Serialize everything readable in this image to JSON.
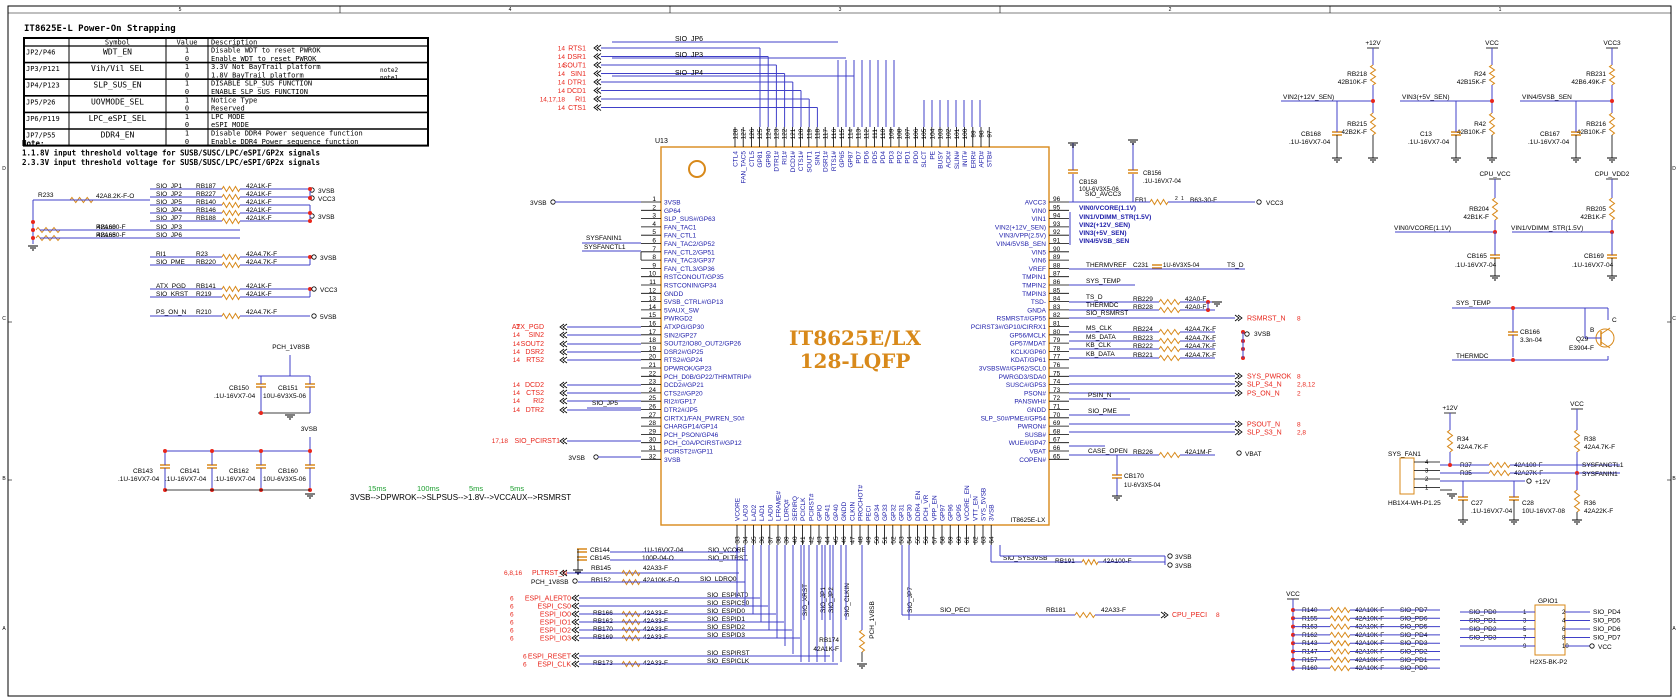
{
  "colors": {
    "wire": "#4040c8",
    "part": "#d8891a",
    "net_red": "#e8261c",
    "text_blue": "#1a1aa8",
    "timing_green": "#1b9e2e",
    "junction": "#e8261c"
  },
  "border": {
    "cols": [
      "5",
      "4",
      "3",
      "2",
      "1"
    ],
    "rows": [
      "D",
      "C",
      "B",
      "A"
    ]
  },
  "strap": {
    "title": "IT8625E-L Power-On Strapping",
    "headers": [
      "",
      "Symbol",
      "Value",
      "Description"
    ],
    "rows": [
      [
        "JP2/P46",
        "WDT_EN",
        "1",
        "Disable WDT to reset PWROK",
        ""
      ],
      [
        "",
        "",
        "0",
        "Enable WDT to reset PWROK",
        ""
      ],
      [
        "JP3/P121",
        "Vih/Vil SEL",
        "1",
        "3.3V Not BayTrail platform",
        "note2"
      ],
      [
        "",
        "",
        "0",
        "1.8V BayTrail platform",
        "note1"
      ],
      [
        "JP4/P123",
        "SLP_SUS_EN",
        "1",
        "DISABLE SLP_SUS FUNCTION",
        ""
      ],
      [
        "",
        "",
        "0",
        "ENABLE SLP_SUS FUNCTION",
        ""
      ],
      [
        "JP5/P26",
        "UOVMODE_SEL",
        "1",
        "Notice Type",
        ""
      ],
      [
        "",
        "",
        "0",
        "Reserved",
        ""
      ],
      [
        "JP6/P119",
        "LPC_eSPI_SEL",
        "1",
        "LPC MODE",
        ""
      ],
      [
        "",
        "",
        "0",
        "eSPI MODE",
        ""
      ],
      [
        "JP7/P55",
        "DDR4_EN",
        "1",
        "Disable DDR4 Power sequence function",
        ""
      ],
      [
        "",
        "",
        "0",
        "Enable DDR4 Power sequence function",
        ""
      ]
    ],
    "notes": [
      "Note:",
      "1.1.8V input threshold voltage for SUSB/SUSC/LPC/eSPI/GP2x signals",
      "2.3.3V input threshold voltage for SUSB/SUSC/LPC/eSPI/GP2x signals"
    ]
  },
  "chip": {
    "ref": "U13",
    "name_line1": "IT8625E/LX",
    "name_line2": "128-LQFP",
    "bottom_label": "IT8625E-LX"
  },
  "left_pins": [
    [
      "1",
      "3VSB"
    ],
    [
      "2",
      "GP64"
    ],
    [
      "3",
      "SLP_SUS#/GP63"
    ],
    [
      "4",
      "FAN_TAC1"
    ],
    [
      "5",
      "FAN_CTL1"
    ],
    [
      "6",
      "FAN_TAC2/GP52"
    ],
    [
      "7",
      "FAN_CTL2/GP51"
    ],
    [
      "8",
      "FAN_TAC3/GP37"
    ],
    [
      "9",
      "FAN_CTL3/GP36"
    ],
    [
      "10",
      "RSTCONOUT/GP35"
    ],
    [
      "11",
      "RSTCONIN/GP34"
    ],
    [
      "12",
      "GNDD"
    ],
    [
      "13",
      "5VSB_CTRL#/GP13"
    ],
    [
      "14",
      "5VAUX_SW"
    ],
    [
      "15",
      "PWRGD2"
    ],
    [
      "16",
      "ATXPG/GP30"
    ],
    [
      "17",
      "SIN2/GP27"
    ],
    [
      "18",
      "SOUT2/IO80_OUT2/GP26"
    ],
    [
      "19",
      "DSR2#/GP25"
    ],
    [
      "20",
      "RTS2#/GP24"
    ],
    [
      "21",
      "DPWROK/GP23"
    ],
    [
      "22",
      "PCH_D0B/GP22/THRMTRIP#"
    ],
    [
      "23",
      "DCD2#/GP21"
    ],
    [
      "24",
      "CTS2#/GP20"
    ],
    [
      "25",
      "RI2#/GP17"
    ],
    [
      "26",
      "DTR2#/JP5"
    ],
    [
      "27",
      "CIRTX1/FAN_PWREN_S0#"
    ],
    [
      "28",
      "CHARGP14/GP14"
    ],
    [
      "29",
      "PCH_PSON/GP46"
    ],
    [
      "30",
      "PCH_C0A/PCIRST#/GP12"
    ],
    [
      "31",
      "PCIRST2#/GP11"
    ],
    [
      "32",
      "3VSB"
    ]
  ],
  "right_pins": [
    [
      "96",
      "AVCC3"
    ],
    [
      "95",
      "VIN0"
    ],
    [
      "94",
      "VIN1"
    ],
    [
      "93",
      "VIN2(+12V_SEN)"
    ],
    [
      "92",
      "VIN3/VPP(2.5V)"
    ],
    [
      "91",
      "VIN4/5VSB_SEN"
    ],
    [
      "90",
      "VIN5"
    ],
    [
      "89",
      "VIN6"
    ],
    [
      "88",
      "VREF"
    ],
    [
      "87",
      "TMPIN1"
    ],
    [
      "86",
      "TMPIN2"
    ],
    [
      "85",
      "TMPIN3"
    ],
    [
      "84",
      "TSD-"
    ],
    [
      "83",
      "GNDA"
    ],
    [
      "82",
      "RSMRST#/GP55"
    ],
    [
      "81",
      "PCIRST3#/GP10/CIRRX1"
    ],
    [
      "80",
      "GP56/MCLK"
    ],
    [
      "79",
      "GP57/MDAT"
    ],
    [
      "78",
      "KCLK/GP60"
    ],
    [
      "77",
      "KDAT/GP61"
    ],
    [
      "76",
      "3VSBSW#/GP62/SCL0"
    ],
    [
      "75",
      "PWRGD3/SDA0"
    ],
    [
      "74",
      "SUSC#/GP53"
    ],
    [
      "73",
      "PSON#"
    ],
    [
      "72",
      "PANSWH#"
    ],
    [
      "71",
      "GNDD"
    ],
    [
      "70",
      "SLP_S0#/PME#/GP54"
    ],
    [
      "69",
      "PWRON#"
    ],
    [
      "68",
      "SUSB#"
    ],
    [
      "67",
      "WUE#/GP47"
    ],
    [
      "66",
      "VBAT"
    ],
    [
      "65",
      "COPEN#"
    ]
  ],
  "top_pins": [
    [
      "128",
      "CTL4"
    ],
    [
      "127",
      "FAN_TAC5"
    ],
    [
      "126",
      "CTL5"
    ],
    [
      "125",
      "GP81"
    ],
    [
      "124",
      "GP80"
    ],
    [
      "123",
      "DTR1#"
    ],
    [
      "122",
      "RI1#"
    ],
    [
      "121",
      "DCD1#"
    ],
    [
      "120",
      "CTS1#"
    ],
    [
      "119",
      "SOUT1"
    ],
    [
      "118",
      "SIN1"
    ],
    [
      "117",
      "DSR1#"
    ],
    [
      "116",
      "RTS1#"
    ],
    [
      "115",
      "GP65"
    ],
    [
      "114",
      "GP87"
    ],
    [
      "113",
      "PD7"
    ],
    [
      "112",
      "PD6"
    ],
    [
      "111",
      "PD5"
    ],
    [
      "110",
      "PD4"
    ],
    [
      "109",
      "PD3"
    ],
    [
      "108",
      "PD2"
    ],
    [
      "107",
      "PD1"
    ],
    [
      "106",
      "PD0"
    ],
    [
      "105",
      "SLCT"
    ],
    [
      "104",
      "PE"
    ],
    [
      "103",
      "BUSY"
    ],
    [
      "102",
      "ACK#"
    ],
    [
      "101",
      "SLIN#"
    ],
    [
      "100",
      "INIT#"
    ],
    [
      "99",
      "ERR#"
    ],
    [
      "98",
      "AFD#"
    ],
    [
      "97",
      "STB#"
    ]
  ],
  "bottom_pins": [
    [
      "33",
      "VCORE"
    ],
    [
      "34",
      "LAD3"
    ],
    [
      "35",
      "LAD2"
    ],
    [
      "36",
      "LAD1"
    ],
    [
      "37",
      "LAD0"
    ],
    [
      "38",
      "LFRAME#"
    ],
    [
      "39",
      "LDRQ#"
    ],
    [
      "40",
      "SERIRQ"
    ],
    [
      "41",
      "PCICLK"
    ],
    [
      "42",
      "PCIRST#"
    ],
    [
      "43",
      "GPIO"
    ],
    [
      "44",
      "GP41"
    ],
    [
      "45",
      "GP40"
    ],
    [
      "46",
      "GNDD"
    ],
    [
      "47",
      "CLKIN"
    ],
    [
      "48",
      "PROCHOT#"
    ],
    [
      "49",
      "PECI"
    ],
    [
      "50",
      "GP34"
    ],
    [
      "51",
      "GP33"
    ],
    [
      "52",
      "GP32"
    ],
    [
      "53",
      "GP31"
    ],
    [
      "54",
      "GP30"
    ],
    [
      "55",
      "DDR4_EN"
    ],
    [
      "56",
      "PCH_VR"
    ],
    [
      "57",
      "VPP_EN"
    ],
    [
      "58",
      "GP97"
    ],
    [
      "59",
      "GP96"
    ],
    [
      "60",
      "GP95"
    ],
    [
      "61",
      "VCORE_EN"
    ],
    [
      "62",
      "VTT_EN"
    ],
    [
      "63",
      "SYS_5VSB"
    ],
    [
      "64",
      "3VSB"
    ]
  ],
  "nets": {
    "top_left": [
      "RTS1",
      "DSR1",
      "SOUT1",
      "SIN1",
      "DTR1",
      "DCD1",
      "RI1",
      "CTS1"
    ],
    "top_left_refs": [
      "14",
      "14",
      "14",
      "14",
      "14",
      "14",
      "14,17,18",
      "14"
    ],
    "top_sio": [
      "SIO_JP6",
      "SIO_JP3",
      "SIO_JP4"
    ],
    "left_red": [
      [
        "2",
        "ATX_PGD"
      ],
      [
        "14",
        "SIN2"
      ],
      [
        "14",
        "SOUT2"
      ],
      [
        "14",
        "DSR2"
      ],
      [
        "14",
        "RTS2"
      ],
      [
        "14",
        "DCD2"
      ],
      [
        "14",
        "CTS2"
      ],
      [
        "14",
        "RI2"
      ],
      [
        "14",
        "DTR2"
      ]
    ],
    "sio_jp5": "SIO_JP5",
    "sio_pcirst1": [
      "17,18",
      "SIO_PCIRST1"
    ],
    "sysfanin1": "SYSFANIN1",
    "sysfanctl1": "SYSFANCTL1",
    "vsb3": "3VSB",
    "right_red": [
      [
        "RSMRST_N",
        "8"
      ],
      [
        "SYS_PWROK",
        "8"
      ],
      [
        "SLP_S4_N",
        "2,8,12"
      ],
      [
        "PS_ON_N",
        "2"
      ],
      [
        "PSOUT_N",
        "8"
      ],
      [
        "SLP_S3_N",
        "2,8"
      ]
    ],
    "right_misc": [
      "SIO_AVCC3",
      "FB1",
      "B63-30-F",
      "VCC3",
      "THERMVREF",
      "C231",
      "1U-6V3X5-04",
      "TS_D",
      "SYS_TEMP",
      "TS_D",
      "THERMDC",
      "SIO_RSMRST",
      "MS_CLK",
      "MS_DATA",
      "KB_CLK",
      "KB_DATA",
      "PSIN_N",
      "SIO_PME",
      "CASE_OPEN",
      "VBAT",
      "CB170",
      "1U-6V3X5-04"
    ],
    "right_res": [
      [
        "RB229",
        "42A0-F"
      ],
      [
        "RB228",
        "42A0-F"
      ],
      [
        "RB224",
        "42A4.7K-F"
      ],
      [
        "RB223",
        "42A4.7K-F"
      ],
      [
        "RB222",
        "42A4.7K-F"
      ],
      [
        "RB221",
        "42A4.7K-F"
      ],
      [
        "RB226",
        "42A1M-F"
      ]
    ],
    "vin_labels": [
      "VIN0/VCORE(1.1V)",
      "VIN1/VDIMM_STR(1.5V)",
      "VIN2(+12V_SEN)",
      "VIN3(+5V_SEN)",
      "VIN4/5VSB_SEN"
    ],
    "cb158": [
      "CB158",
      "10U-6V3X5-06"
    ],
    "cb156": [
      "CB156",
      ".1U-16VX7-04"
    ]
  },
  "left_side": {
    "jp_res": [
      [
        "SIO_JP1",
        "RB187",
        "42A1K-F"
      ],
      [
        "SIO_JP2",
        "RB227",
        "42A1K-F"
      ],
      [
        "SIO_JP5",
        "RB140",
        "42A1K-F"
      ],
      [
        "SIO_JP4",
        "RB146",
        "42A1K-F"
      ],
      [
        "SIO_JP7",
        "RB188",
        "42A1K-F"
      ],
      [
        "SIO_JP3",
        "RB160",
        "42A680-F"
      ],
      [
        "SIO_JP6",
        "RB165",
        "42A680-F"
      ]
    ],
    "r233": [
      "R233",
      "42A8.2K-F-O"
    ],
    "rails": [
      "3VSB",
      "VCC3",
      "3VSB"
    ],
    "ri1": [
      [
        "RI1",
        "R23",
        "42A4.7K-F"
      ],
      [
        "SIO_PME",
        "RB220",
        "42A4.7K-F"
      ]
    ],
    "atx": [
      [
        "ATX_PGD",
        "RB141",
        "42A1K-F"
      ],
      [
        "SIO_KRST",
        "R219",
        "42A1K-F"
      ]
    ],
    "pson": [
      "PS_ON_N",
      "R210",
      "42A4.7K-F",
      "5VSB"
    ],
    "pch": "PCH_1V8SB",
    "caps1": [
      [
        "CB150",
        ".1U-16VX7-04"
      ],
      [
        "CB151",
        "10U-6V3X5-06"
      ]
    ],
    "caps2": [
      [
        "CB143",
        ".1U-16VX7-04"
      ],
      [
        "CB141",
        ".1U-16VX7-04"
      ],
      [
        "CB162",
        ".1U-16VX7-04"
      ],
      [
        "CB160",
        "10U-6V3X5-06"
      ]
    ],
    "timing_ms": [
      "15ms",
      "100ms",
      "5ms",
      "5ms"
    ],
    "timing_seq": "3VSB-->DPWROK-->SLPSUS-->1.8V-->VCCAUX-->RSMRST"
  },
  "bottom": {
    "caps": [
      [
        "CB144",
        ".1U-16VX7-04",
        "SIO_VCORE"
      ],
      [
        "CB145",
        "100P-04-O",
        "SIO_PLTRST"
      ]
    ],
    "pltrst": [
      "6,8,16",
      "PLTRST_N"
    ],
    "res_a": [
      [
        "RB145",
        "42A33-F"
      ],
      [
        "RB152",
        "42A10K-F-O",
        "SIO_LDRQ0"
      ]
    ],
    "pch_label": "PCH_1V8SB",
    "espi": [
      [
        "6",
        "ESPI_ALERT0",
        "",
        "",
        "SIO_ESPIAT0"
      ],
      [
        "6",
        "ESPI_CS0",
        "",
        "",
        "SIO_ESPICS0"
      ],
      [
        "6",
        "ESPI_IO0",
        "RB166",
        "42A33-F",
        "SIO_ESPID0"
      ],
      [
        "6",
        "ESPI_IO1",
        "RB162",
        "42A33-F",
        "SIO_ESPID1"
      ],
      [
        "6",
        "ESPI_IO2",
        "RB170",
        "42A33-F",
        "SIO_ESPID2"
      ],
      [
        "6",
        "ESPI_IO3",
        "RB169",
        "42A33-F",
        "SIO_ESPID3"
      ]
    ],
    "espi_rst": [
      [
        "6",
        "ESPI_RESET",
        "",
        "",
        "SIO_ESPIRST"
      ],
      [
        "6",
        "ESPI_CLK",
        "RB173",
        "42A33-F",
        "SIO_ESPICLK"
      ]
    ],
    "vert": [
      "SIO_XRST",
      "SIO_JP1",
      "SIO_JP2",
      "SIO_CLKIN",
      "SIO_JP7"
    ],
    "rb174": [
      "RB174",
      "42A1K-F"
    ],
    "pch_1v8": "PCH_1V8SB",
    "peci": [
      "SIO_PECI",
      "RB181",
      "42A33-F",
      "CPU_PECI",
      "8"
    ],
    "sys3v": [
      "SIO_SYS3VSB",
      "RB191",
      "42A100-F",
      "3VSB",
      "3VSB"
    ]
  },
  "topright": {
    "rails": [
      "+12V",
      "VCC",
      "VCC3"
    ],
    "dividers": [
      [
        "RB218",
        "42B10K-F",
        "VIN2(+12V_SEN)",
        "RB215",
        "42B2K-F",
        "CB168",
        ".1U-16VX7-04"
      ],
      [
        "R24",
        "42B15K-F",
        "VIN3(+5V_SEN)",
        "R42",
        "42B10K-F",
        "C13",
        ".1U-16VX7-04"
      ],
      [
        "RB231",
        "42B6.49K-F",
        "VIN4/5VSB_SEN",
        "RB216",
        "42B10K-F",
        "CB167",
        ".1U-16VX7-04"
      ]
    ],
    "cpu": [
      [
        "CPU_VCC",
        "RB204",
        "42B1K-F",
        "VIN0/VCORE(1.1V)",
        "CB165",
        ".1U-16VX7-04"
      ],
      [
        "CPU_VDD2",
        "RB205",
        "42B1K-F",
        "VIN1/VDIMM_STR(1.5V)",
        "CB169",
        ".1U-16VX7-04"
      ]
    ],
    "temp": [
      "SYS_TEMP",
      "CB166",
      "3.3n-04",
      "THERMDC",
      "Q29",
      "E3904-F",
      "B",
      "C"
    ],
    "fan": {
      "rails": [
        "+12V",
        "VCC"
      ],
      "res": [
        [
          "R34",
          "42A4.7K-F"
        ],
        [
          "R37",
          "42A100-F"
        ],
        [
          "R35",
          "42A27K-F"
        ],
        [
          "R38",
          "42A4.7K-F"
        ],
        [
          "R36",
          "42A22K-F"
        ]
      ],
      "conn": [
        "SYS_FAN1",
        "HB1X4-WH-P1.25"
      ],
      "pins": [
        "4",
        "3",
        "2",
        "1"
      ],
      "nets": [
        "SYSFANCTL1",
        "SYSFANIN1",
        "+12V"
      ],
      "caps": [
        [
          "C27",
          ".1U-16VX7-04"
        ],
        [
          "C28",
          "10U-16VX7-08"
        ]
      ]
    },
    "gpio": {
      "rail": "VCC",
      "res": [
        [
          "R140",
          "42A10K-F",
          "SIO_PD7"
        ],
        [
          "R155",
          "42A10K-F",
          "SIO_PD6"
        ],
        [
          "R163",
          "42A10K-F",
          "SIO_PD5"
        ],
        [
          "R162",
          "42A10K-F",
          "SIO_PD4"
        ],
        [
          "R143",
          "42A10K-F",
          "SIO_PD3"
        ],
        [
          "R147",
          "42A10K-F",
          "SIO_PD2"
        ],
        [
          "R157",
          "42A10K-F",
          "SIO_PD1"
        ],
        [
          "R160",
          "42A10K-F",
          "SIO_PD0"
        ]
      ],
      "conn": [
        "GPIO1",
        "H2X5-BK-P2"
      ],
      "left": [
        [
          "SIO_PD0",
          "1",
          "2",
          "SIO_PD4"
        ],
        [
          "SIO_PD1",
          "3",
          "4",
          "SIO_PD5"
        ],
        [
          "SIO_PD2",
          "5",
          "6",
          "SIO_PD6"
        ],
        [
          "SIO_PD3",
          "7",
          "8",
          "SIO_PD7"
        ],
        [
          "",
          "9",
          "10",
          "VCC"
        ]
      ]
    }
  }
}
